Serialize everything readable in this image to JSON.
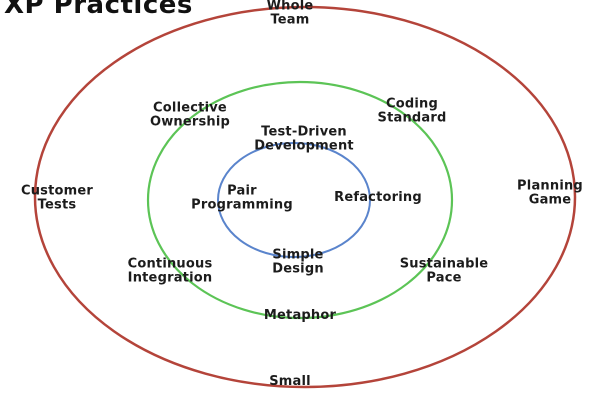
{
  "title": "XP Practices",
  "colors": {
    "outer_ring": "#b4443a",
    "middle_ring": "#5cc456",
    "inner_ring": "#5a84cc"
  },
  "rings": {
    "outer": [
      "Whole Team",
      "Customer Tests",
      "Planning Game",
      "Small Releases"
    ],
    "middle": [
      "Collective Ownership",
      "Coding Standard",
      "Continuous Integration",
      "Sustainable Pace",
      "Metaphor"
    ],
    "inner": [
      "Test-Driven Development",
      "Pair Programming",
      "Refactoring",
      "Simple Design"
    ]
  },
  "labels": {
    "whole_team": [
      "Whole",
      "Team"
    ],
    "customer_tests": [
      "Customer",
      "Tests"
    ],
    "planning_game": [
      "Planning",
      "Game"
    ],
    "small": [
      "Small"
    ],
    "collective_ownership": [
      "Collective",
      "Ownership"
    ],
    "coding_standard": [
      "Coding",
      "Standard"
    ],
    "continuous_integration": [
      "Continuous",
      "Integration"
    ],
    "sustainable_pace": [
      "Sustainable",
      "Pace"
    ],
    "metaphor": [
      "Metaphor"
    ],
    "test_driven_development": [
      "Test-Driven",
      "Development"
    ],
    "pair_programming": [
      "Pair",
      "Programming"
    ],
    "refactoring": [
      "Refactoring"
    ],
    "simple_design": [
      "Simple",
      "Design"
    ]
  }
}
